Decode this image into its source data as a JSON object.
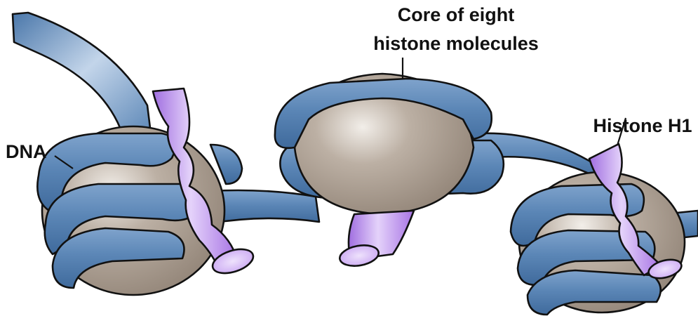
{
  "labels": {
    "core_line1": "Core of eight",
    "core_line2": "histone molecules",
    "histone_h1": "Histone H1",
    "dna": "DNA"
  },
  "colors": {
    "dna_fill": "#4e7bae",
    "dna_highlight": "#a9c3df",
    "core_fill": "#9f9184",
    "core_highlight": "#ece6df",
    "histone_h1_fill": "#b07fe8",
    "histone_h1_highlight": "#e6d6fa",
    "outline": "#111111",
    "text": "#111111"
  }
}
